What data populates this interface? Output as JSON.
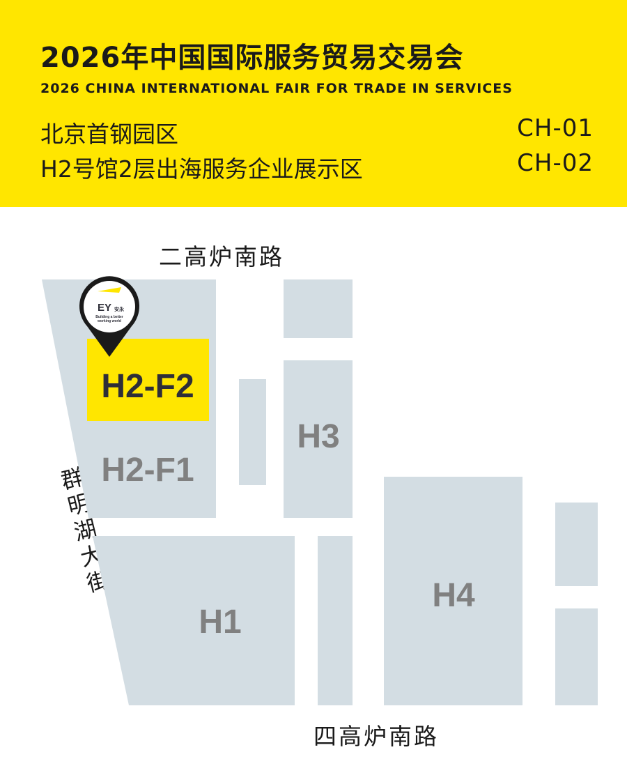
{
  "header": {
    "title_cn": "2026年中国国际服务贸易交易会",
    "title_en": "2026 CHINA INTERNATIONAL FAIR FOR TRADE IN SERVICES",
    "location_line1": "北京首钢园区",
    "location_line2": "H2号馆2层出海服务企业展示区",
    "booth_code_1": "CH-01",
    "booth_code_2": "CH-02"
  },
  "map": {
    "road_north": "二高炉南路",
    "road_south": "四高炉南路",
    "road_west": "群明湖大街",
    "halls": {
      "h2_f2": "H2-F2",
      "h2_f1": "H2-F1",
      "h3": "H3",
      "h1": "H1",
      "h4": "H4"
    },
    "marker": {
      "logo_text": "EY",
      "logo_cn": "安永",
      "tagline_1": "Building a better",
      "tagline_2": "working world"
    }
  },
  "colors": {
    "accent_yellow": "#ffe600",
    "building_fill": "#d3dde3",
    "hall_label_gray": "#808080",
    "highlight_label": "#2e2e38"
  }
}
